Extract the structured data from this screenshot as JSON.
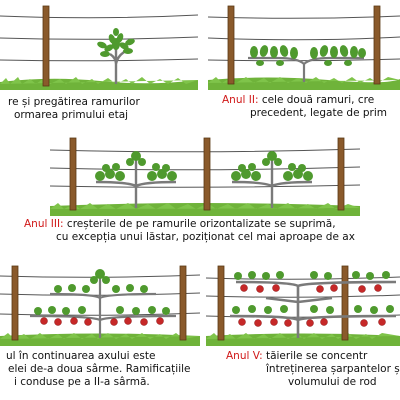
{
  "panels": [
    {
      "id": "year1",
      "lines": [
        {
          "year": "",
          "text": "re și pregătirea ramurilor"
        },
        {
          "year": "",
          "text": "ormarea primului etaj"
        }
      ]
    },
    {
      "id": "year2",
      "lines": [
        {
          "year": "Anul II:",
          "text": " cele două ramuri, cre"
        },
        {
          "year": "",
          "text": "precedent, legate de prim"
        }
      ]
    },
    {
      "id": "year3",
      "lines": [
        {
          "year": "Anul III:",
          "text": " creșterile de pe ramurile orizontalizate se suprimă,"
        },
        {
          "year": "",
          "text": "cu excepția unui lăstar, poziționat cel mai aproape de ax"
        }
      ]
    },
    {
      "id": "year4",
      "lines": [
        {
          "year": "",
          "text": "ul în continuarea axului este"
        },
        {
          "year": "",
          "text": "elei de-a doua sârme. Ramificațiile"
        },
        {
          "year": "",
          "text": "i conduse pe a II-a sârmă."
        }
      ]
    },
    {
      "id": "year5",
      "lines": [
        {
          "year": "Anul V:",
          "text": " tăierile se concentr"
        },
        {
          "year": "",
          "text": "întreținerea șarpantelor și r"
        },
        {
          "year": "",
          "text": "volumului de rod"
        }
      ]
    }
  ],
  "colors": {
    "post": "#8a5a2b",
    "wire": "#555555",
    "trunk": "#7a7a7a",
    "leaf": "#4f9a2e",
    "fruit": "#c62828",
    "grass": "#6fb33a",
    "year_label": "#d01818"
  }
}
